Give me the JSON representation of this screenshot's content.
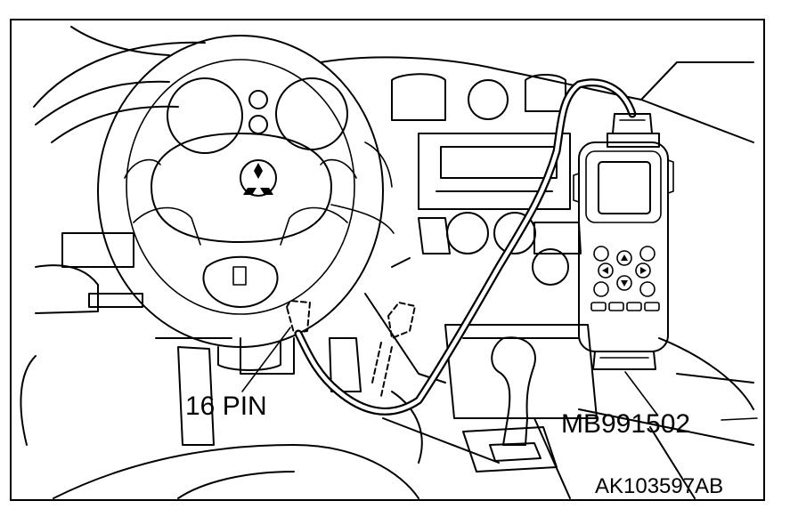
{
  "labels": {
    "connector": "16 PIN",
    "tool": "MB991502",
    "figure_id": "AK103597AB"
  }
}
